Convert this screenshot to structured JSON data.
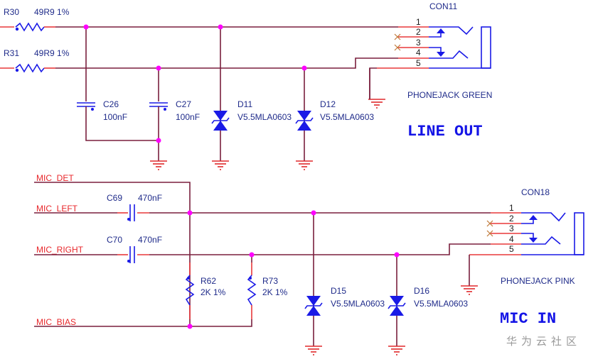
{
  "diagram": {
    "title": "Audio line-out and mic-in schematic",
    "sections": {
      "line_out": {
        "label": "LINE OUT"
      },
      "mic_in": {
        "label": "MIC IN"
      }
    },
    "components": {
      "R30": {
        "ref": "R30",
        "value": "49R9 1%"
      },
      "R31": {
        "ref": "R31",
        "value": "49R9 1%"
      },
      "C26": {
        "ref": "C26",
        "value": "100nF"
      },
      "C27": {
        "ref": "C27",
        "value": "100nF"
      },
      "D11": {
        "ref": "D11",
        "value": "V5.5MLA0603"
      },
      "D12": {
        "ref": "D12",
        "value": "V5.5MLA0603"
      },
      "CON11": {
        "ref": "CON11",
        "value": "PHONEJACK GREEN",
        "pins": [
          "1",
          "2",
          "3",
          "4",
          "5"
        ]
      },
      "C69": {
        "ref": "C69",
        "value": "470nF"
      },
      "C70": {
        "ref": "C70",
        "value": "470nF"
      },
      "R62": {
        "ref": "R62",
        "value": "2K 1%"
      },
      "R73": {
        "ref": "R73",
        "value": "2K 1%"
      },
      "D15": {
        "ref": "D15",
        "value": "V5.5MLA0603"
      },
      "D16": {
        "ref": "D16",
        "value": "V5.5MLA0603"
      },
      "CON18": {
        "ref": "CON18",
        "value": "PHONEJACK PINK",
        "pins": [
          "1",
          "2",
          "3",
          "4",
          "5"
        ]
      }
    },
    "nets": {
      "mic_det": "MIC_DET",
      "mic_left": "MIC_LEFT",
      "mic_right": "MIC_RIGHT",
      "mic_bias": "MIC_BIAS"
    },
    "watermark": "华为云社区",
    "colors": {
      "wire": "#7a1f3d",
      "pin": "#e8383a",
      "symbol": "#1a1ae6",
      "junction": "#ff00ff",
      "label": "#1f2b8a",
      "net_label": "#e8262a"
    }
  }
}
